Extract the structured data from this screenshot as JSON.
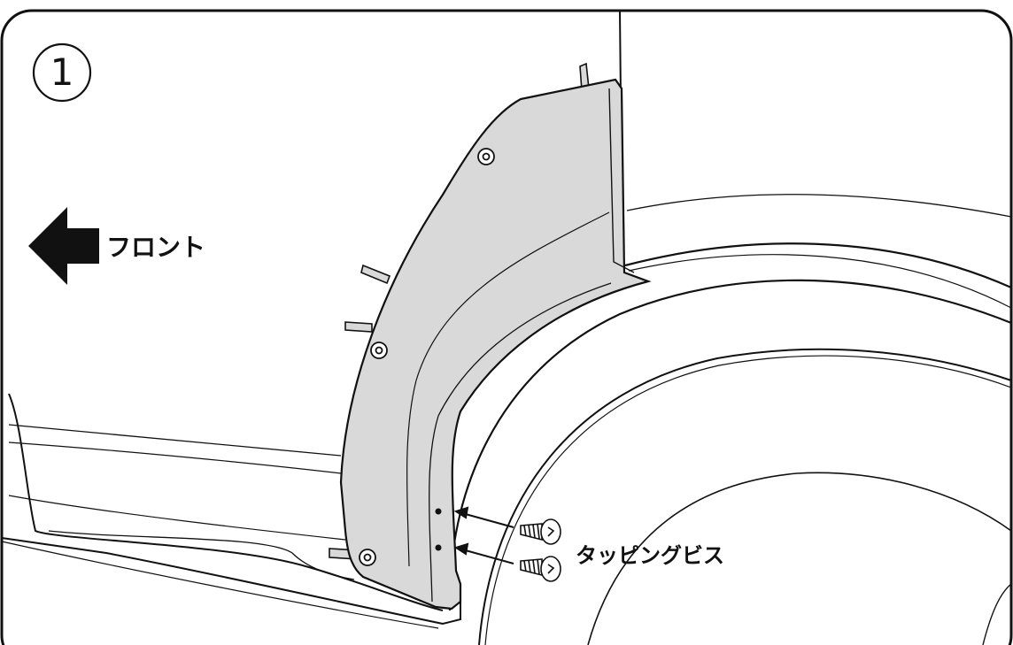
{
  "step": {
    "number": "1"
  },
  "direction": {
    "label": "フロント",
    "icon": "arrow-left-icon"
  },
  "part": {
    "screw_label": "タッピングビス"
  },
  "colors": {
    "mudflap_fill": "#d9d9d9",
    "outline": "#111111",
    "background": "#ffffff"
  }
}
